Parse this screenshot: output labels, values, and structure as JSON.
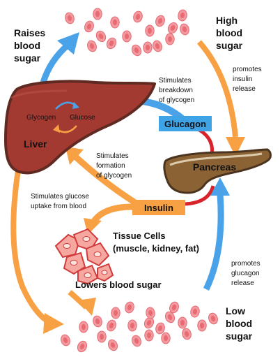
{
  "colors": {
    "blue_arrow": "#4aa3e8",
    "orange_arrow": "#f7a144",
    "red_connector": "#d9232a",
    "liver_fill": "#a23a32",
    "liver_outline": "#5e2a22",
    "pancreas_fill": "#8b6234",
    "pancreas_outline": "#4a3420",
    "blood_cell_fill": "#f39aa0",
    "blood_cell_center": "#e86a73",
    "tissue_cell_fill": "#f5a7a0",
    "tissue_cell_outline": "#d23b3b",
    "glucagon_box": "#3fa4e6",
    "insulin_box": "#f7a144"
  },
  "labels": {
    "raises_blood_sugar": [
      "Raises",
      "blood",
      "sugar"
    ],
    "high_blood_sugar": [
      "High",
      "blood",
      "sugar"
    ],
    "low_blood_sugar": [
      "Low",
      "blood",
      "sugar"
    ],
    "lowers_blood_sugar": "Lowers blood sugar",
    "liver": "Liver",
    "glycogen": "Glycogen",
    "glucose": "Glucose",
    "pancreas": "Pancreas",
    "glucagon": "Glucagon",
    "insulin": "Insulin",
    "stimulates_breakdown": [
      "Stimulates",
      "breakdown",
      "of glycogen"
    ],
    "stimulates_formation": [
      "Stimulates",
      "formation",
      "of glycogen"
    ],
    "stimulates_uptake": [
      "Stimulates glucose",
      "uptake from blood"
    ],
    "promotes_insulin": [
      "promotes",
      "insulin",
      "release"
    ],
    "promotes_glucagon": [
      "promotes",
      "glucagon",
      "release"
    ],
    "tissue_cells": [
      "Tissue Cells",
      "(muscle, kidney, fat)"
    ]
  },
  "icons": {
    "liver": "liver-icon",
    "pancreas": "pancreas-icon",
    "tissue_cells": "tissue-cells-icon",
    "blood_cell": "red-blood-cell-icon"
  }
}
